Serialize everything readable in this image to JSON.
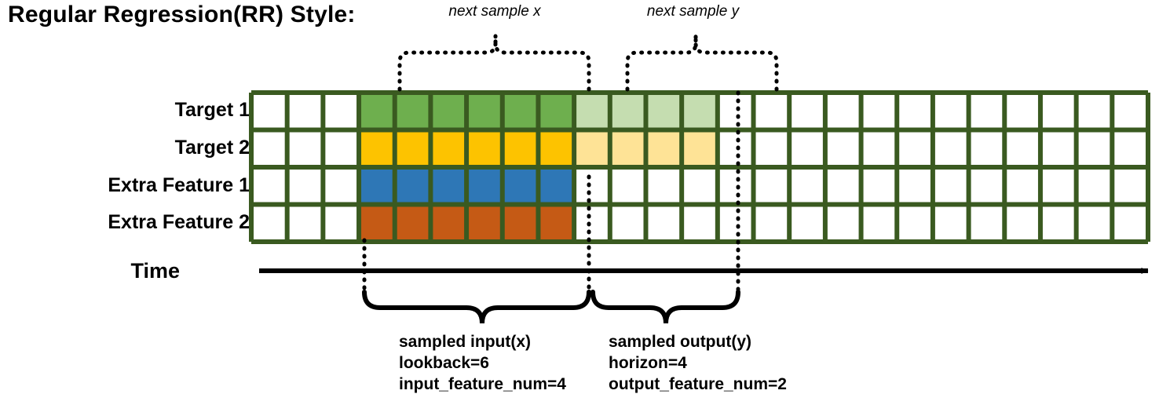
{
  "title": "Regular Regression(RR) Style:",
  "row_labels": [
    "Target 1",
    "Target 2",
    "Extra Feature 1",
    "Extra Feature 2"
  ],
  "time_axis": {
    "label": "Time"
  },
  "top_brackets": [
    {
      "label": "next sample x"
    },
    {
      "label": "next sample y"
    }
  ],
  "bottom_brackets": [
    {
      "line1": "sampled input(x)",
      "line2": "lookback=6",
      "line3": "input_feature_num=4"
    },
    {
      "line1": "sampled output(y)",
      "line2": "horizon=4",
      "line3": "output_feature_num=2"
    }
  ],
  "grid": {
    "columns": 25,
    "rows": 4,
    "lead_empty_cols": 3,
    "input_cols": 6,
    "output_cols": 4,
    "trail_empty_cols": 12,
    "cell_fill_empty": "#ffffff",
    "border_color": "#3A5A20"
  },
  "chart_data": {
    "type": "heatmap",
    "title": "Regular Regression(RR) Style:",
    "xlabel": "Time",
    "ylabel": "",
    "categories": [
      "Target 1",
      "Target 2",
      "Extra Feature 1",
      "Extra Feature 2"
    ],
    "n_columns": 25,
    "segments": {
      "lead_empty": [
        1,
        3
      ],
      "input_window": [
        4,
        9
      ],
      "output_window": [
        10,
        13
      ],
      "trail_empty": [
        14,
        25
      ]
    },
    "series": [
      {
        "name": "Target 1",
        "fill_input": "#6EAF4E",
        "fill_output": "#C5DDB0",
        "values": [
          "empty",
          "empty",
          "empty",
          "input",
          "input",
          "input",
          "input",
          "input",
          "input",
          "output",
          "output",
          "output",
          "output",
          "empty",
          "empty",
          "empty",
          "empty",
          "empty",
          "empty",
          "empty",
          "empty",
          "empty",
          "empty",
          "empty",
          "empty"
        ]
      },
      {
        "name": "Target 2",
        "fill_input": "#FDC300",
        "fill_output": "#FEE396",
        "values": [
          "empty",
          "empty",
          "empty",
          "input",
          "input",
          "input",
          "input",
          "input",
          "input",
          "output",
          "output",
          "output",
          "output",
          "empty",
          "empty",
          "empty",
          "empty",
          "empty",
          "empty",
          "empty",
          "empty",
          "empty",
          "empty",
          "empty",
          "empty"
        ]
      },
      {
        "name": "Extra Feature 1",
        "fill_input": "#2E77B6",
        "fill_output": null,
        "values": [
          "empty",
          "empty",
          "empty",
          "input",
          "input",
          "input",
          "input",
          "input",
          "input",
          "empty",
          "empty",
          "empty",
          "empty",
          "empty",
          "empty",
          "empty",
          "empty",
          "empty",
          "empty",
          "empty",
          "empty",
          "empty",
          "empty",
          "empty",
          "empty"
        ]
      },
      {
        "name": "Extra Feature 2",
        "fill_input": "#C55A15",
        "fill_output": null,
        "values": [
          "empty",
          "empty",
          "empty",
          "input",
          "input",
          "input",
          "input",
          "input",
          "input",
          "empty",
          "empty",
          "empty",
          "empty",
          "empty",
          "empty",
          "empty",
          "empty",
          "empty",
          "empty",
          "empty",
          "empty",
          "empty",
          "empty",
          "empty",
          "empty"
        ]
      }
    ],
    "annotations": [
      "next sample x",
      "next sample y",
      "sampled input(x)",
      "lookback=6",
      "input_feature_num=4",
      "sampled output(y)",
      "horizon=4",
      "output_feature_num=2"
    ],
    "lookback": 6,
    "horizon": 4,
    "input_feature_num": 4,
    "output_feature_num": 2,
    "grid": true,
    "legend": "none"
  },
  "colors": {
    "green": "#6EAF4E",
    "green_light": "#C5DDB0",
    "yellow": "#FDC300",
    "yellow_light": "#FEE396",
    "blue": "#2E77B6",
    "orange": "#C55A15",
    "border": "#3A5A20",
    "ink": "#000000"
  }
}
